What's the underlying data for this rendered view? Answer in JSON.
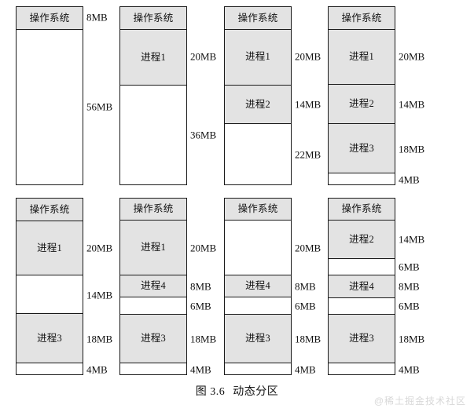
{
  "caption": {
    "number": "图 3.6",
    "title": "动态分区"
  },
  "watermark": "@稀土掘金技术社区",
  "labels": {
    "os": "操作系统",
    "p1": "进程1",
    "p2": "进程2",
    "p3": "进程3",
    "p4": "进程4",
    "empty": ""
  },
  "chart_data": {
    "type": "diagram",
    "title": "动态分区",
    "unit": "MB",
    "total_memory": 64,
    "diagrams": [
      {
        "id": "a",
        "row": "top",
        "segments": [
          {
            "label": "操作系统",
            "size": 8,
            "size_label": "8MB",
            "state": "os"
          },
          {
            "label": "",
            "size": 56,
            "size_label": "56MB",
            "state": "free"
          }
        ]
      },
      {
        "id": "b",
        "row": "top",
        "segments": [
          {
            "label": "操作系统",
            "size": 8,
            "size_label": "",
            "state": "os"
          },
          {
            "label": "进程1",
            "size": 20,
            "size_label": "20MB",
            "state": "filled"
          },
          {
            "label": "",
            "size": 36,
            "size_label": "36MB",
            "state": "free"
          }
        ]
      },
      {
        "id": "c",
        "row": "top",
        "segments": [
          {
            "label": "操作系统",
            "size": 8,
            "size_label": "",
            "state": "os"
          },
          {
            "label": "进程1",
            "size": 20,
            "size_label": "20MB",
            "state": "filled"
          },
          {
            "label": "进程2",
            "size": 14,
            "size_label": "14MB",
            "state": "filled"
          },
          {
            "label": "",
            "size": 22,
            "size_label": "22MB",
            "state": "free"
          }
        ]
      },
      {
        "id": "d",
        "row": "top",
        "segments": [
          {
            "label": "操作系统",
            "size": 8,
            "size_label": "",
            "state": "os"
          },
          {
            "label": "进程1",
            "size": 20,
            "size_label": "20MB",
            "state": "filled"
          },
          {
            "label": "进程2",
            "size": 14,
            "size_label": "14MB",
            "state": "filled"
          },
          {
            "label": "进程3",
            "size": 18,
            "size_label": "18MB",
            "state": "filled"
          },
          {
            "label": "",
            "size": 4,
            "size_label": "4MB",
            "state": "free"
          }
        ]
      },
      {
        "id": "e",
        "row": "bottom",
        "segments": [
          {
            "label": "操作系统",
            "size": 8,
            "size_label": "",
            "state": "os"
          },
          {
            "label": "进程1",
            "size": 20,
            "size_label": "20MB",
            "state": "filled"
          },
          {
            "label": "",
            "size": 14,
            "size_label": "14MB",
            "state": "free"
          },
          {
            "label": "进程3",
            "size": 18,
            "size_label": "18MB",
            "state": "filled"
          },
          {
            "label": "",
            "size": 4,
            "size_label": "4MB",
            "state": "free"
          }
        ]
      },
      {
        "id": "f",
        "row": "bottom",
        "segments": [
          {
            "label": "操作系统",
            "size": 8,
            "size_label": "",
            "state": "os"
          },
          {
            "label": "进程1",
            "size": 20,
            "size_label": "20MB",
            "state": "filled"
          },
          {
            "label": "进程4",
            "size": 8,
            "size_label": "8MB",
            "state": "filled"
          },
          {
            "label": "",
            "size": 6,
            "size_label": "6MB",
            "state": "free"
          },
          {
            "label": "进程3",
            "size": 18,
            "size_label": "18MB",
            "state": "filled"
          },
          {
            "label": "",
            "size": 4,
            "size_label": "4MB",
            "state": "free"
          }
        ]
      },
      {
        "id": "g",
        "row": "bottom",
        "segments": [
          {
            "label": "操作系统",
            "size": 8,
            "size_label": "",
            "state": "os"
          },
          {
            "label": "",
            "size": 20,
            "size_label": "20MB",
            "state": "free"
          },
          {
            "label": "进程4",
            "size": 8,
            "size_label": "8MB",
            "state": "filled"
          },
          {
            "label": "",
            "size": 6,
            "size_label": "6MB",
            "state": "free"
          },
          {
            "label": "进程3",
            "size": 18,
            "size_label": "18MB",
            "state": "filled"
          },
          {
            "label": "",
            "size": 4,
            "size_label": "4MB",
            "state": "free"
          }
        ]
      },
      {
        "id": "h",
        "row": "bottom",
        "segments": [
          {
            "label": "操作系统",
            "size": 8,
            "size_label": "",
            "state": "os"
          },
          {
            "label": "进程2",
            "size": 14,
            "size_label": "14MB",
            "state": "filled"
          },
          {
            "label": "",
            "size": 6,
            "size_label": "6MB",
            "state": "free"
          },
          {
            "label": "进程4",
            "size": 8,
            "size_label": "8MB",
            "state": "filled"
          },
          {
            "label": "",
            "size": 6,
            "size_label": "6MB",
            "state": "free"
          },
          {
            "label": "进程3",
            "size": 18,
            "size_label": "18MB",
            "state": "filled"
          },
          {
            "label": "",
            "size": 4,
            "size_label": "4MB",
            "state": "free"
          }
        ]
      }
    ]
  }
}
